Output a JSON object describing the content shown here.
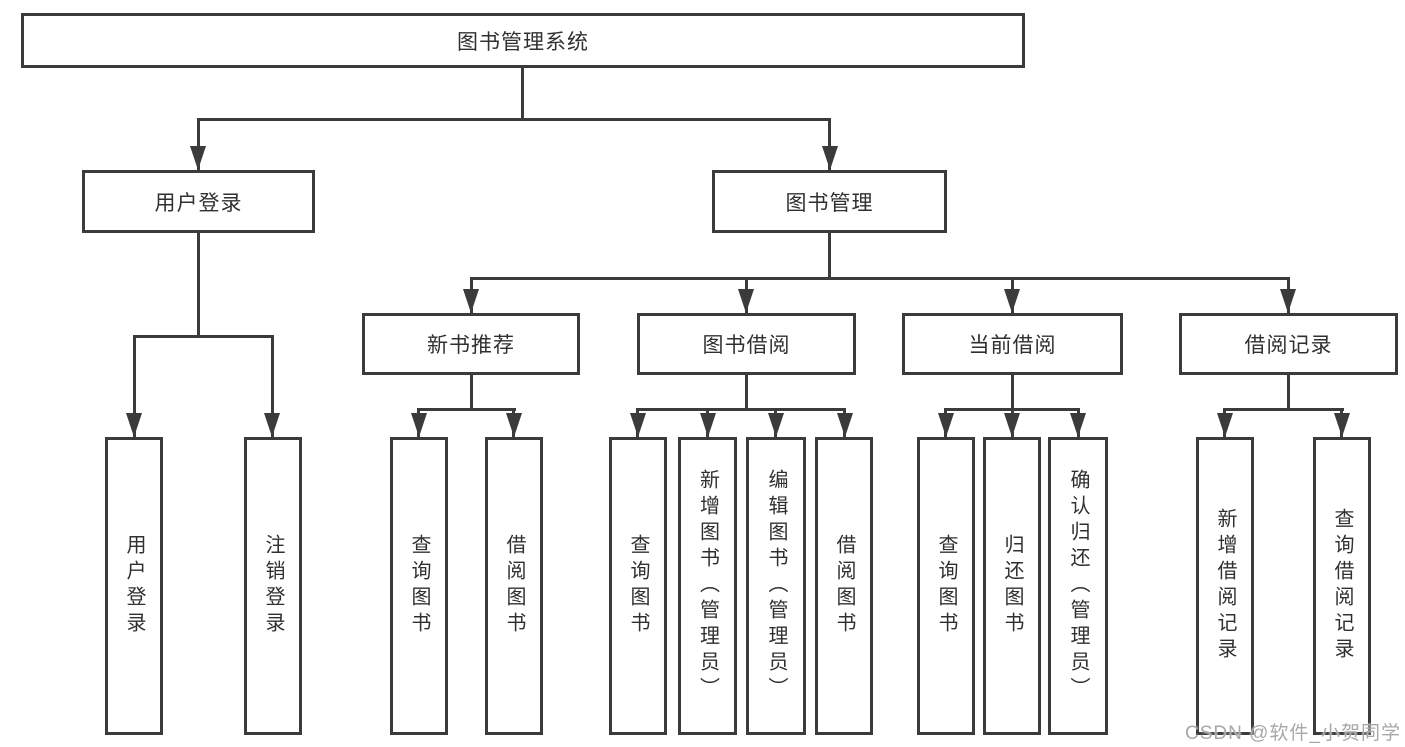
{
  "tree": {
    "root": "图书管理系统",
    "branches": [
      {
        "label": "用户登录",
        "children": [
          {
            "label": "用户登录"
          },
          {
            "label": "注销登录"
          }
        ]
      },
      {
        "label": "图书管理",
        "children": [
          {
            "label": "新书推荐",
            "children": [
              {
                "label": "查询图书"
              },
              {
                "label": "借阅图书"
              }
            ]
          },
          {
            "label": "图书借阅",
            "children": [
              {
                "label": "查询图书"
              },
              {
                "label": "新增图书（管理员）"
              },
              {
                "label": "编辑图书（管理员）"
              },
              {
                "label": "借阅图书"
              }
            ]
          },
          {
            "label": "当前借阅",
            "children": [
              {
                "label": "查询图书"
              },
              {
                "label": "归还图书"
              },
              {
                "label": "确认归还（管理员）"
              }
            ]
          },
          {
            "label": "借阅记录",
            "children": [
              {
                "label": "新增借阅记录"
              },
              {
                "label": "查询借阅记录"
              }
            ]
          }
        ]
      }
    ]
  },
  "watermark": "CSDN @软件_小贺同学"
}
